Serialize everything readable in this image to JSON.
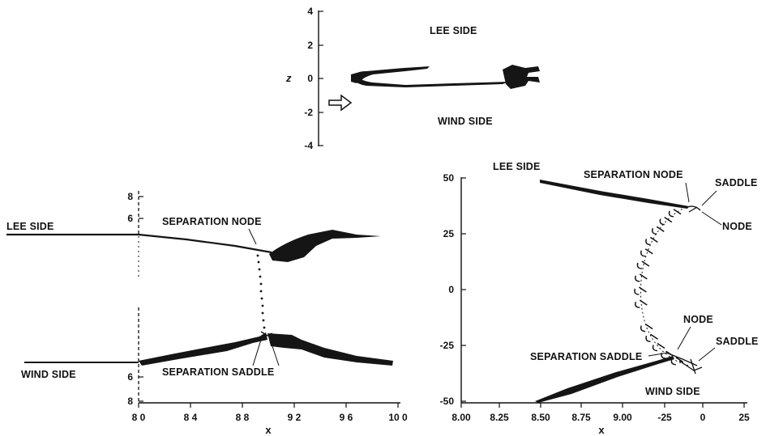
{
  "top_view": {
    "lee_side": "LEE SIDE",
    "wind_side": "WIND SIDE",
    "z_label": "z",
    "y_ticks": [
      "4",
      "2",
      "0",
      "-2",
      "-4"
    ]
  },
  "left_view": {
    "lee_side": "LEE SIDE",
    "wind_side": "WIND SIDE",
    "separation_node": "SEPARATION NODE",
    "separation_saddle": "SEPARATION SADDLE",
    "y_ticks_upper": [
      "8",
      "6"
    ],
    "y_ticks_lower": [
      "6",
      "8"
    ],
    "x_ticks": [
      "8 0",
      "8 4",
      "8 8",
      "9 2",
      "9 6",
      "10 0"
    ],
    "x_label": "x"
  },
  "right_view": {
    "lee_side": "LEE SIDE",
    "wind_side": "WIND SIDE",
    "separation_node": "SEPARATION NODE",
    "separation_saddle": "SEPARATION SADDLE",
    "saddle_top": "SADDLE",
    "node_top": "NODE",
    "node_bottom": "NODE",
    "saddle_bottom": "SADDLE",
    "y_ticks": [
      "50",
      "25",
      "0",
      "-25",
      "-50"
    ],
    "x_ticks": [
      "8.00",
      "8.25",
      "8.50",
      "8.75",
      "9.00",
      "-25",
      "0",
      "25"
    ],
    "x_label": "x"
  }
}
